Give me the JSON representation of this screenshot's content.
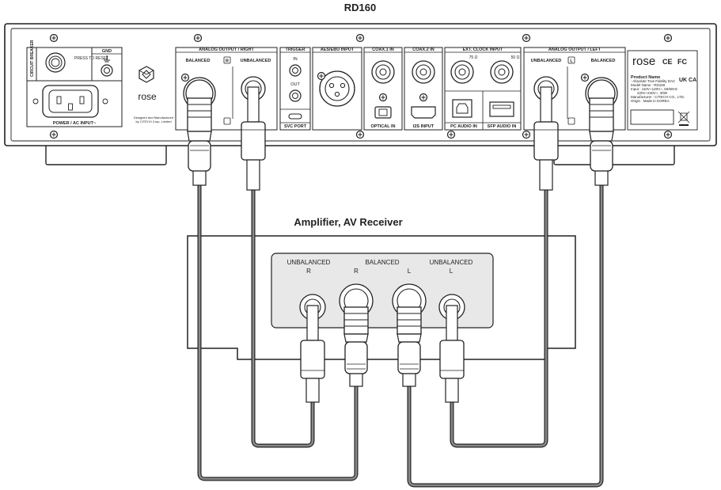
{
  "device": {
    "title": "RD160",
    "circuit_breaker_label": "CIRCUIT BREAKER",
    "press_to_reset": "PRESS TO RESET",
    "gnd_label": "GND",
    "power_label": "POWER / AC INPUT~",
    "logo_text": "rose",
    "designed_by": "Designed and Manufactured",
    "designed_by_2": "by CITECH Corp. Limited",
    "analog_right_header": "ANALOG OUTPUT / RIGHT",
    "analog_left_header": "ANALOG OUTPUT / LEFT",
    "balanced": "BALANCED",
    "unbalanced": "UNBALANCED",
    "r_badge": "R",
    "l_badge": "L",
    "trigger_header": "TRIGGER",
    "trigger_in": "IN",
    "trigger_out": "OUT",
    "svc_port": "SVC PORT",
    "aes_header": "AES/EBU INPUT",
    "coax1_header": "COAX.1 IN",
    "coax2_header": "COAX.2 IN",
    "optical_in": "OPTICAL IN",
    "i2s_input": "I2S INPUT",
    "ext_clock_header": "EXT. CLOCK INPUT",
    "ohm75": "75 Ω",
    "ohm50": "50 Ω",
    "pc_audio_in": "PC AUDIO IN",
    "sfp_audio_in": "SFP AUDIO IN",
    "brand_logo": "rose",
    "ce_mark": "CE",
    "fc_mark": "FC",
    "ukca_mark": "UK CA",
    "product_name_label": "Product Name",
    "product_name_value": ": Absolute True Fidelity DAC",
    "model_name": "Model Name : RD160",
    "input_line1": "Input : 110V~120V~, 50/60Hz",
    "input_line2": "220V~240V~, 30W",
    "manufacturer": "Manufacturer : CITECH CO., LTD.",
    "origin": "Origin : Made in KOREA"
  },
  "amplifier": {
    "title": "Amplifier, AV Receiver",
    "unbalanced_r": "UNBALANCED",
    "r_label": "R",
    "balanced": "BALANCED",
    "r2_label": "R",
    "l_label": "L",
    "unbalanced_l": "UNBALANCED",
    "l2_label": "L"
  },
  "colors": {
    "line": "#222222",
    "panel_fill": "#ffffff",
    "amp_panel_fill": "#e8e8e8",
    "cable": "#8a8a8a"
  }
}
